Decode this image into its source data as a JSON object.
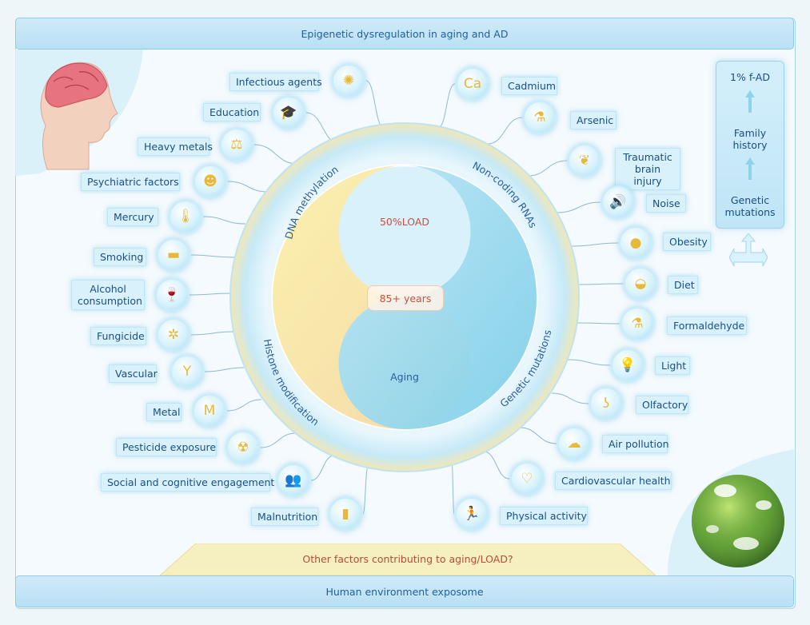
{
  "title": "Epigenetic dysregulation in aging and AD",
  "bottom_banner": "Human environment exposome",
  "bottom_question": "Other factors contributing to aging/LOAD?",
  "center": {
    "top_label": "50%LOAD",
    "middle_label": "85+ years",
    "bottom_label": "Aging"
  },
  "ring_labels": {
    "dna_methylation": "DNA methylation",
    "non_coding_rnas": "Non-coding RNAs",
    "histone_modification": "Histone modification",
    "genetic_mutations": "Genetic mutations"
  },
  "side_panel": {
    "top": "1% f-AD",
    "middle": "Family history",
    "bottom": "Genetic mutations"
  },
  "left_factors": [
    {
      "label": "Infectious agents",
      "icon": "virus-icon",
      "glyph": "✺"
    },
    {
      "label": "Education",
      "icon": "graduation-cap-icon",
      "glyph": "🎓"
    },
    {
      "label": "Heavy metals",
      "icon": "scale-icon",
      "glyph": "⚖"
    },
    {
      "label": "Psychiatric factors",
      "icon": "brain-head-icon",
      "glyph": "☻"
    },
    {
      "label": "Mercury",
      "icon": "thermometer-icon",
      "glyph": "🌡"
    },
    {
      "label": "Smoking",
      "icon": "cigarette-icon",
      "glyph": "▬"
    },
    {
      "label": "Alcohol consumption",
      "icon": "wine-bottle-icon",
      "glyph": "🍷"
    },
    {
      "label": "Fungicide",
      "icon": "spray-bottle-icon",
      "glyph": "✲"
    },
    {
      "label": "Vascular",
      "icon": "blood-vessel-icon",
      "glyph": "Y"
    },
    {
      "label": "Metal",
      "icon": "metal-jar-icon",
      "glyph": "M"
    },
    {
      "label": "Pesticide exposure",
      "icon": "pesticide-can-icon",
      "glyph": "☢"
    },
    {
      "label": "Social and cognitive engagement",
      "icon": "people-group-icon",
      "glyph": "👥"
    },
    {
      "label": "Malnutrition",
      "icon": "milk-carton-icon",
      "glyph": "▮"
    }
  ],
  "right_factors": [
    {
      "label": "Cadmium",
      "icon": "cadmium-element-icon",
      "glyph": "Ca"
    },
    {
      "label": "Arsenic",
      "icon": "flask-icon",
      "glyph": "⚗"
    },
    {
      "label": "Traumatic brain injury",
      "icon": "brain-icon",
      "glyph": "❦"
    },
    {
      "label": "Noise",
      "icon": "speaker-icon",
      "glyph": "🔊"
    },
    {
      "label": "Obesity",
      "icon": "obese-person-icon",
      "glyph": "●"
    },
    {
      "label": "Diet",
      "icon": "food-bowl-icon",
      "glyph": "◒"
    },
    {
      "label": "Formaldehyde",
      "icon": "beaker-icon",
      "glyph": "⚗"
    },
    {
      "label": "Light",
      "icon": "light-bulb-icon",
      "glyph": "💡"
    },
    {
      "label": "Olfactory",
      "icon": "nose-icon",
      "glyph": "ʖ"
    },
    {
      "label": "Air pollution",
      "icon": "polluted-cloud-icon",
      "glyph": "☁"
    },
    {
      "label": "Cardiovascular health",
      "icon": "heart-pulse-icon",
      "glyph": "♡"
    },
    {
      "label": "Physical activity",
      "icon": "running-person-icon",
      "glyph": "🏃"
    }
  ],
  "colors": {
    "banner": "#c4e6f6",
    "label_bg": "#d8f1fb",
    "label_text": "#1a4f86",
    "yellow_half": "#f7ecb0",
    "blue_half": "#9fd9ee",
    "accent_red": "#c8503c"
  }
}
